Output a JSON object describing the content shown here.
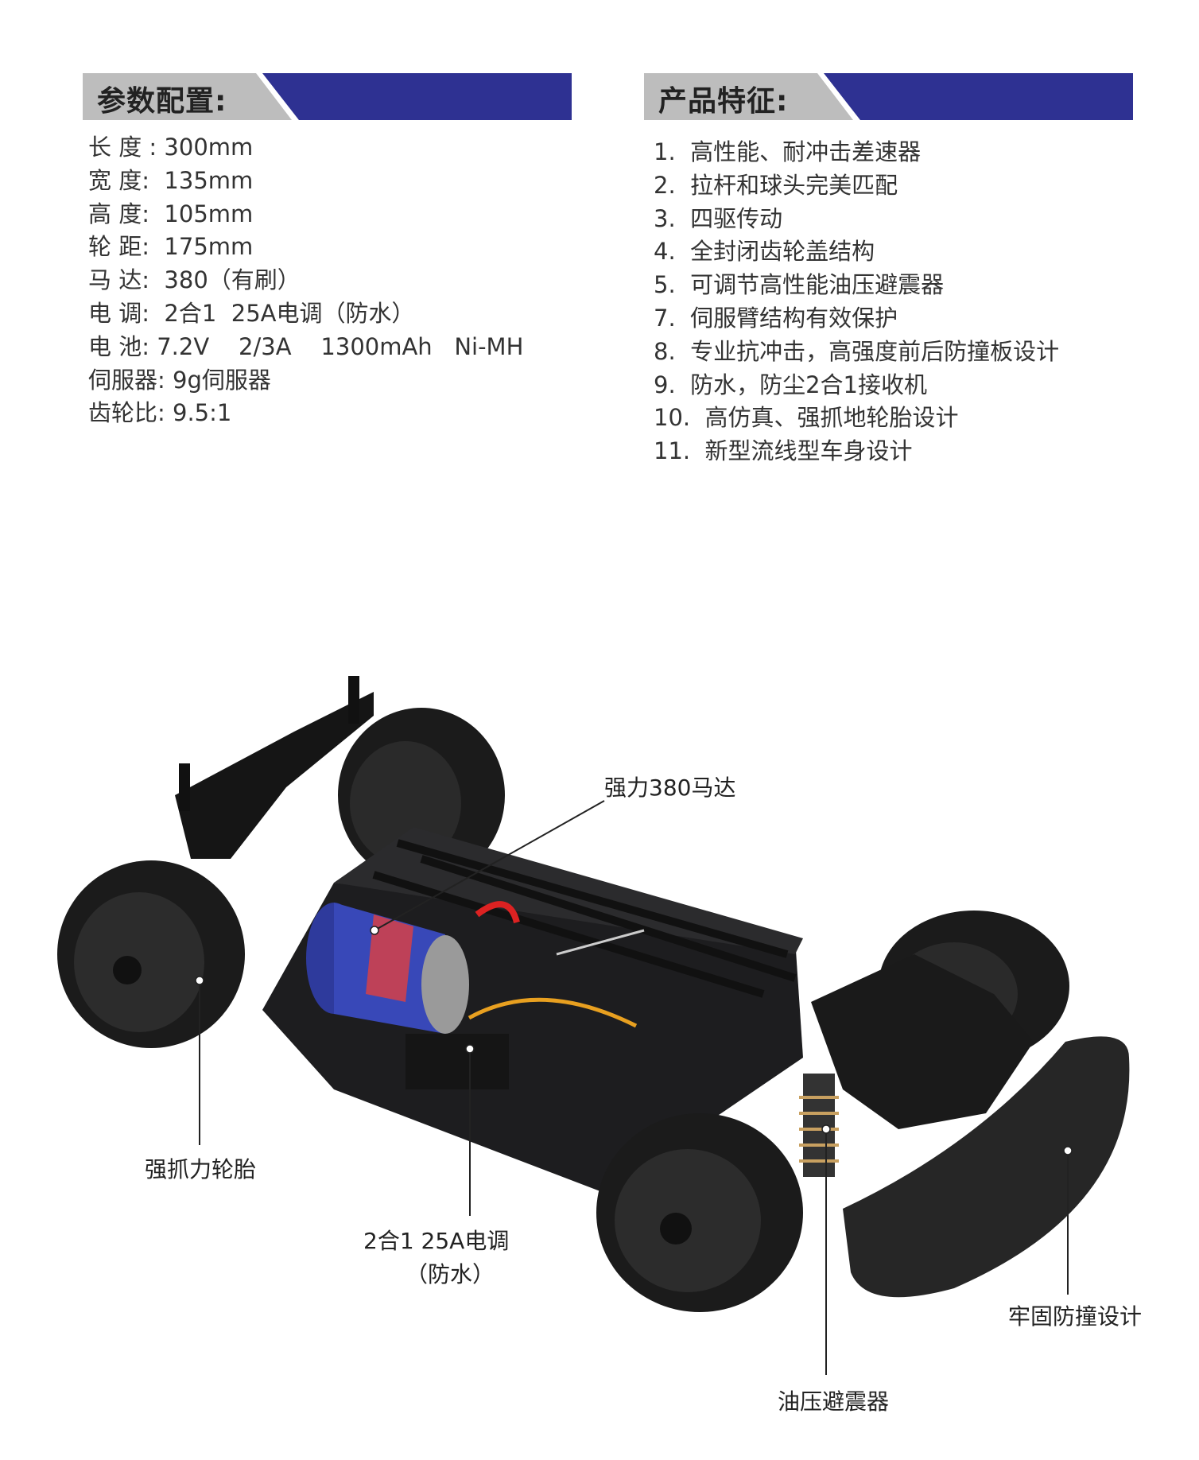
{
  "specs": {
    "title": "参数配置:",
    "items": [
      "长 度 : 300mm",
      "宽 度:  135mm",
      "高 度:  105mm",
      "轮 距:  175mm",
      "马 达:  380（有刷）",
      "电 调:  2合1  25A电调（防水）",
      "电 池: 7.2V    2/3A    1300mAh   Ni-MH",
      "伺服器: 9g伺服器",
      "齿轮比: 9.5:1"
    ]
  },
  "features": {
    "title": "产品特征:",
    "items": [
      "1.  高性能、耐冲击差速器",
      "2.  拉杆和球头完美匹配",
      "3.  四驱传动",
      "4.  全封闭齿轮盖结构",
      "5.  可调节高性能油压避震器",
      "7.  伺服臂结构有效保护",
      "8.  专业抗冲击，高强度前后防撞板设计",
      "9.  防水，防尘2合1接收机",
      "10.  高仿真、强抓地轮胎设计",
      "11.  新型流线型车身设计"
    ]
  },
  "callouts": {
    "motor": "强力380马达",
    "tires": "强抓力轮胎",
    "esc_line1": "2合1 25A电调",
    "esc_line2": "（防水）",
    "shocks": "油压避震器",
    "bumper": "牢固防撞设计"
  },
  "colors": {
    "header_blue": "#2e3192",
    "header_gray": "#bdbdbd"
  }
}
